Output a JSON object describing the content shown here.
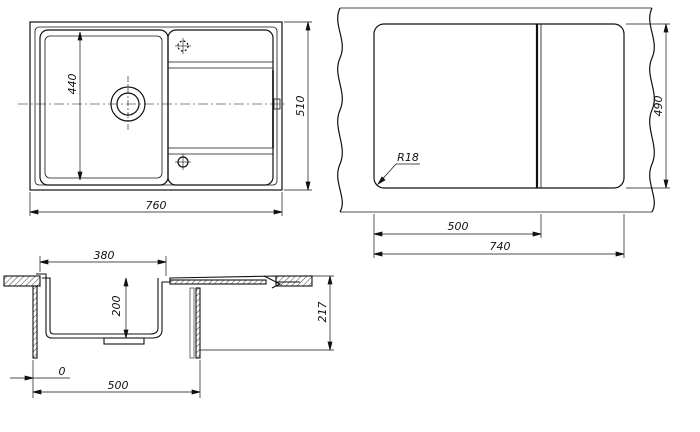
{
  "colors": {
    "line": "#111111",
    "background": "#ffffff"
  },
  "top_view": {
    "width_label": "760",
    "height_label": "510",
    "bowl_label": "440"
  },
  "cabinet_view": {
    "radius_label": "R18",
    "height_label": "490",
    "width_a_label": "500",
    "width_b_label": "740"
  },
  "section_view": {
    "bowl_width_label": "380",
    "depth_label": "200",
    "total_height_label": "217",
    "offset_label": "0",
    "cabinet_label": "500"
  }
}
